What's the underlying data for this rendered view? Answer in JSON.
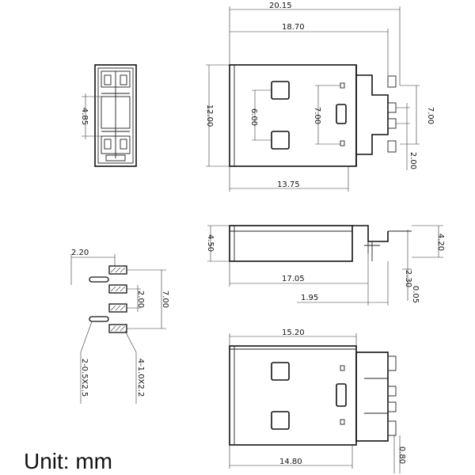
{
  "unit_label": "Unit: mm",
  "front_view": {
    "dim_width": "4.85"
  },
  "top_view": {
    "dim_overall_length": "20.15",
    "dim_body_length": "18.70",
    "dim_height": "12.00",
    "dim_hole_spacing": "6.00",
    "dim_pin_span_inner": "7.00",
    "dim_pin_span_outer": "7.00",
    "dim_pin_pitch": "2.00",
    "dim_shell_length": "13.75"
  },
  "side_view": {
    "dim_thickness": "4.50",
    "dim_right_height": "4.20",
    "dim_length": "17.05",
    "dim_offset_a": "2.30",
    "dim_offset_b": "0.05",
    "dim_pin_length": "1.95"
  },
  "footprint": {
    "dim_pad_offset": "2.20",
    "dim_pad_pitch": "2.00",
    "dim_pad_span": "7.00",
    "label_slots": "2-0.5X2.5",
    "label_pads": "4-1.0X2.2"
  },
  "bottom_view": {
    "dim_top_width": "15.20",
    "dim_bottom_width": "14.80",
    "dim_pin_gap": "0.80"
  }
}
